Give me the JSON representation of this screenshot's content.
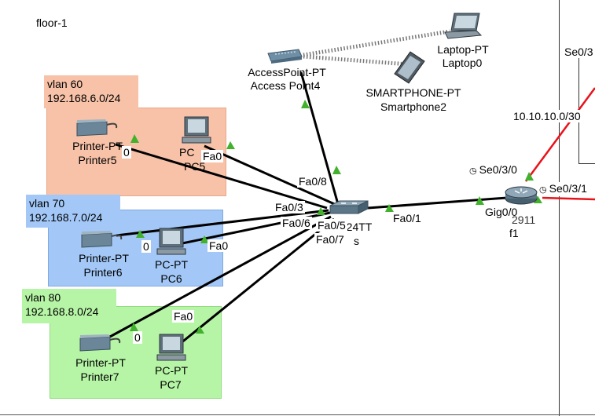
{
  "canvas": {
    "floor_label": "floor-1",
    "colors": {
      "vlan60": "#f7c2a8",
      "vlan70": "#a3c8f7",
      "vlan80": "#b7f5a6",
      "link": "#000000",
      "wan_link": "#e8121a",
      "port_up": "#42b12c"
    }
  },
  "zones": {
    "vlan60": {
      "name": "vlan 60",
      "subnet": "192.168.6.0/24"
    },
    "vlan70": {
      "name": "vlan 70",
      "subnet": "192.168.7.0/24"
    },
    "vlan80": {
      "name": "vlan 80",
      "subnet": "192.168.8.0/24"
    }
  },
  "devices": {
    "access_point": {
      "model": "AccessPoint-PT",
      "name": "Access Point4",
      "icon": "access-point-icon"
    },
    "laptop": {
      "model": "Laptop-PT",
      "name": "Laptop0",
      "icon": "laptop-icon"
    },
    "smartphone": {
      "model": "SMARTPHONE-PT",
      "name": "Smartphone2",
      "icon": "smartphone-icon"
    },
    "printer5": {
      "model": "Printer-PT",
      "name": "Printer5",
      "icon": "printer-icon"
    },
    "pc5": {
      "model": "PC",
      "name": "PC5",
      "icon": "pc-icon"
    },
    "printer6": {
      "model": "Printer-PT",
      "name": "Printer6",
      "icon": "printer-icon"
    },
    "pc6": {
      "model": "PC-PT",
      "name": "PC6",
      "icon": "pc-icon"
    },
    "printer7": {
      "model": "Printer-PT",
      "name": "Printer7",
      "icon": "printer-icon"
    },
    "pc7": {
      "model": "PC-PT",
      "name": "PC7",
      "icon": "pc-icon"
    },
    "switch": {
      "model": "-24TT",
      "name": "s",
      "icon": "switch-icon"
    },
    "router": {
      "model": "2911",
      "name": "f1",
      "icon": "router-icon"
    }
  },
  "ports": {
    "fa0_8": "Fa0/8",
    "fa0_3": "Fa0/3",
    "fa0_6": "Fa0/6",
    "fa0_5": "Fa0/5",
    "fa0_7": "Fa0/7",
    "fa0_1": "Fa0/1",
    "gig0_0": "Gig0/0",
    "se0_3_0": "Se0/3/0",
    "se0_3_1": "Se0/3/1",
    "se0_3_edge": "Se0/3",
    "pc5_fa0": "Fa0",
    "pc6_fa0": "Fa0",
    "pc7_fa0": "Fa0",
    "printer5_port": "0",
    "printer6_port": "0",
    "printer7_port": "0"
  },
  "wan": {
    "network": "10.10.10.0/30"
  }
}
